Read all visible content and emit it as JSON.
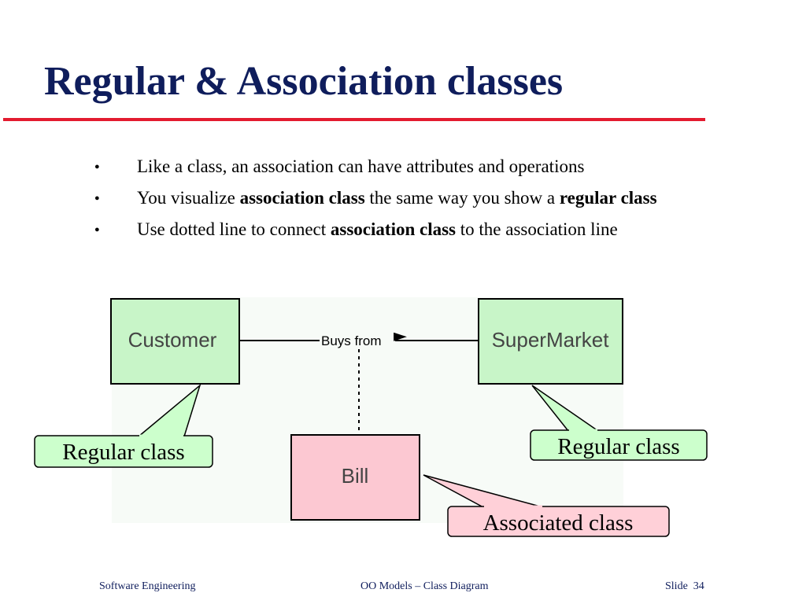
{
  "slide": {
    "title": "Regular & Association classes",
    "bullets": [
      {
        "segments": [
          {
            "text": "Like a class, an association can have attributes and operations",
            "bold": false
          }
        ]
      },
      {
        "segments": [
          {
            "text": "You visualize ",
            "bold": false
          },
          {
            "text": "association class",
            "bold": true
          },
          {
            "text": " the same way you show a ",
            "bold": false
          },
          {
            "text": "regular class",
            "bold": true
          }
        ]
      },
      {
        "segments": [
          {
            "text": "Use dotted line to connect ",
            "bold": false
          },
          {
            "text": "association class",
            "bold": true
          },
          {
            "text": " to the association line",
            "bold": false
          }
        ]
      }
    ]
  },
  "diagram": {
    "classes": {
      "customer": "Customer",
      "supermarket": "SuperMarket",
      "bill": "Bill"
    },
    "association_label": "Buys from",
    "association_arrow": "►",
    "callouts": {
      "left_regular": "Regular class",
      "right_regular": "Regular class",
      "associated": "Associated class"
    },
    "colors": {
      "regular_fill": "#c8f5c8",
      "association_fill": "#fcc8d2",
      "callout_green": "#ccffcc",
      "callout_pink": "#ffd0d8",
      "title_color": "#0f1d5c",
      "rule_color": "#e31b2f"
    }
  },
  "footer": {
    "left": "Software Engineering",
    "center": "OO Models – Class Diagram",
    "right": "Slide  34"
  }
}
